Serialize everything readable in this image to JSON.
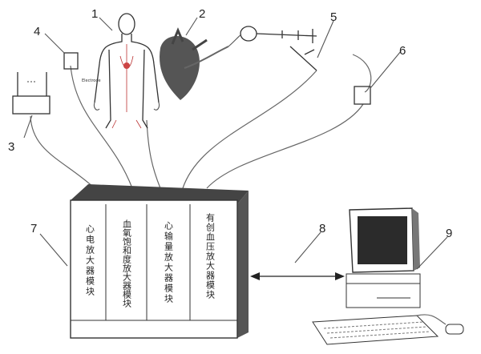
{
  "figure": {
    "callouts": [
      "1",
      "2",
      "3",
      "4",
      "5",
      "6",
      "7",
      "8",
      "9"
    ],
    "modules": [
      "心电放大器模块",
      "血氧饱和度放大器模块",
      "心输量放大器模块",
      "有创血压放大器模块"
    ],
    "connection": "bidirectional"
  }
}
